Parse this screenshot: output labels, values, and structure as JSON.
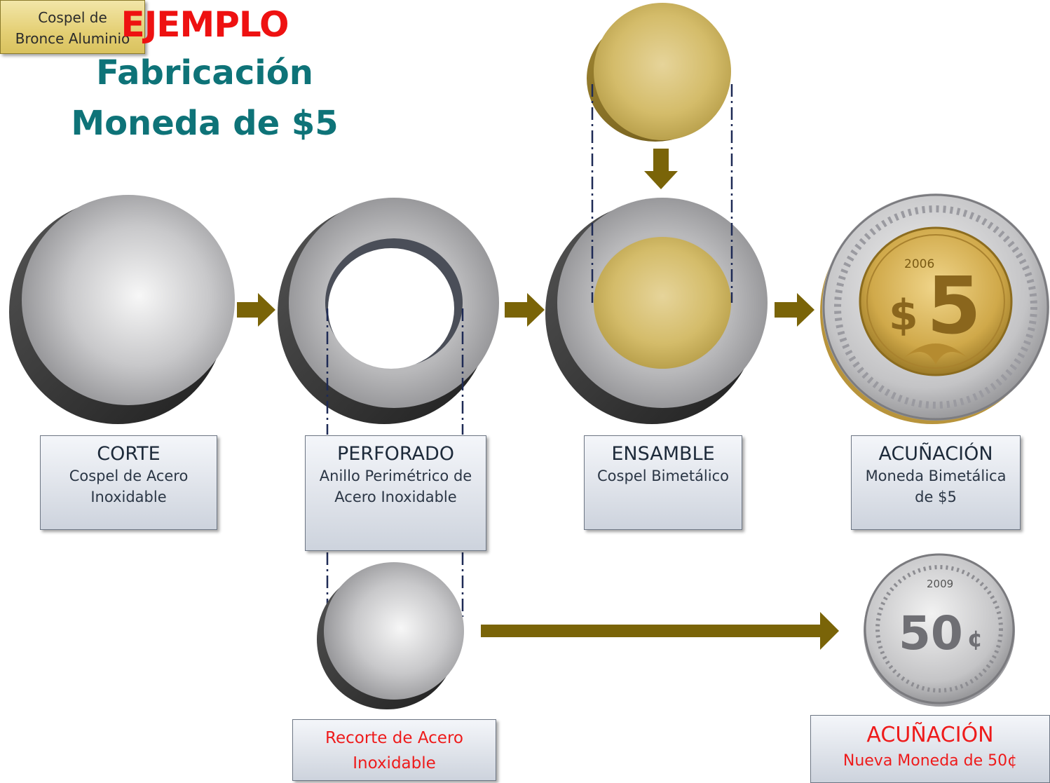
{
  "title": {
    "line1": "EJEMPLO",
    "line2": "Fabricación",
    "line3": "Moneda de $5"
  },
  "bronze_label": {
    "line1": "Cospel de",
    "line2": "Bronce Aluminio"
  },
  "steps": [
    {
      "head": "CORTE",
      "sub1": "Cospel de Acero",
      "sub2": "Inoxidable"
    },
    {
      "head": "PERFORADO",
      "sub1": "Anillo Perimétrico de",
      "sub2": "Acero Inoxidable"
    },
    {
      "head": "ENSAMBLE",
      "sub1": "Cospel Bimetálico",
      "sub2": ""
    },
    {
      "head": "ACUÑACIÓN",
      "sub1": "Moneda Bimetálica",
      "sub2": "de $5"
    }
  ],
  "scrap": {
    "line1": "Recorte de Acero",
    "line2": "Inoxidable"
  },
  "new_coin": {
    "head": "ACUÑACIÓN",
    "sub": "Nueva Moneda de 50¢"
  },
  "coin5": {
    "year": "2006",
    "symbol": "$",
    "value": "5"
  },
  "coin50": {
    "year": "2009",
    "value": "50",
    "unit": "¢"
  },
  "colors": {
    "title_red": "#ee1111",
    "title_teal": "#0e7378",
    "arrow": "#7a6408",
    "bronze": "#d6bd6a",
    "steel": "#a9a9ab",
    "scrap_text": "#ee1b1b"
  }
}
